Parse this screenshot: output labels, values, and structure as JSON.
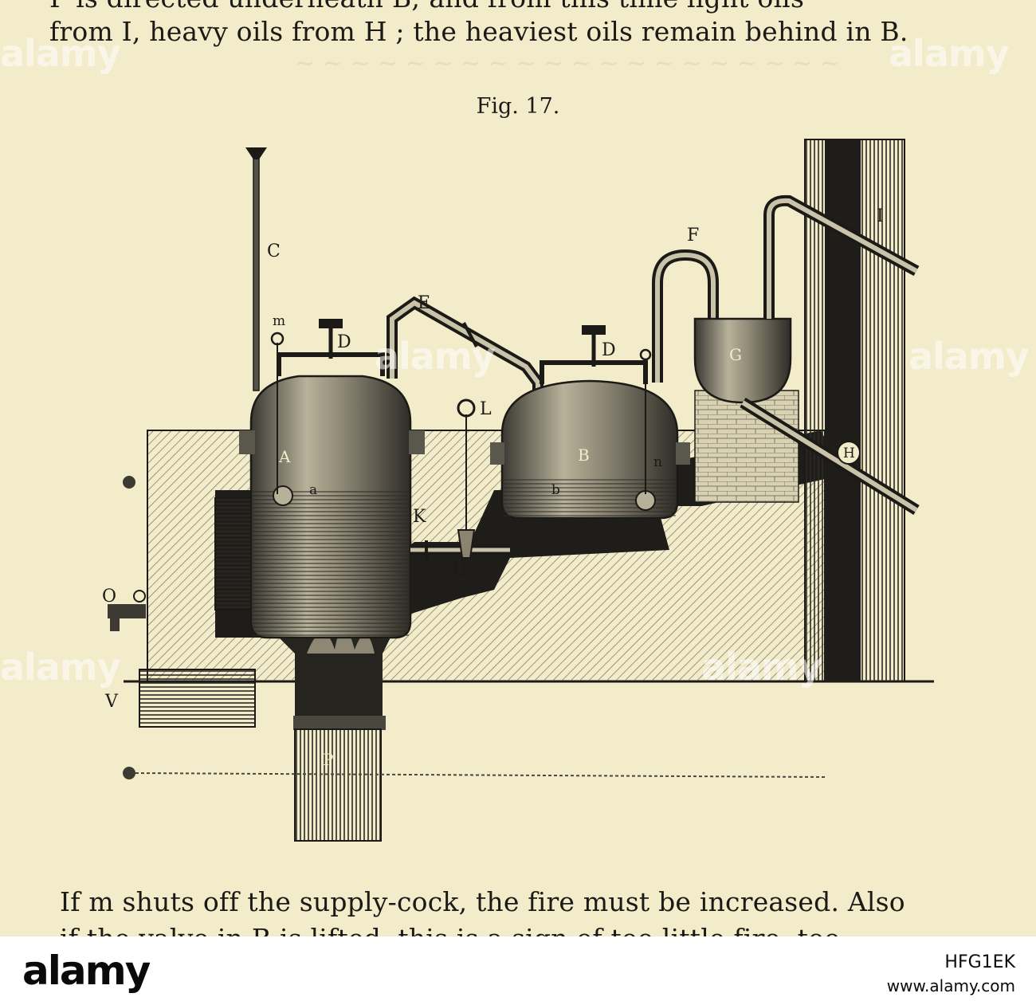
{
  "text": {
    "top_line_partial": "P is directed underneath B; and from this time light oils",
    "top_line": "from I, heavy oils from H ; the heaviest oils remain behind in B.",
    "caption": "Fig. 17.",
    "bottom_line": "If m shuts off the supply-cock, the fire must be increased.  Also",
    "bottom_line_partial": "if the valve in B is lifted, this is a sign of too little fire, too"
  },
  "figure_labels": {
    "C": "C",
    "m": "m",
    "D1": "D",
    "D2": "D",
    "E": "E",
    "F": "F",
    "I": "I",
    "G": "G",
    "L": "L",
    "A": "A",
    "a": "a",
    "B": "B",
    "b": "b",
    "n": "n",
    "H": "H",
    "K": "K",
    "U": "U",
    "O": "O",
    "V": "V",
    "P": "P"
  },
  "watermark": {
    "brand": "alamy"
  },
  "footer": {
    "logo": "alamy",
    "image_id": "HFG1EK",
    "url": "www.alamy.com"
  }
}
